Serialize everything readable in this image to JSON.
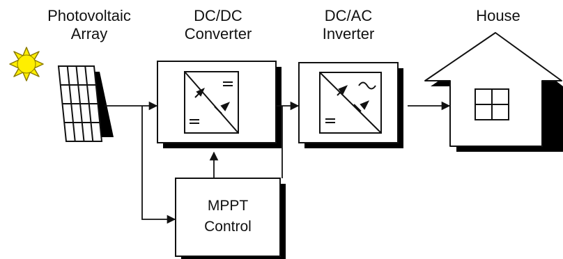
{
  "blocks": {
    "pv": {
      "line1": "Photovoltaic",
      "line2": "Array"
    },
    "dcdc": {
      "line1": "DC/DC",
      "line2": "Converter"
    },
    "dcac": {
      "line1": "DC/AC",
      "line2": "Inverter"
    },
    "house": {
      "label": "House"
    },
    "mppt": {
      "line1": "MPPT",
      "line2": "Control"
    }
  },
  "colors": {
    "sun": "#ffef00",
    "sun_outline": "#8a7a00",
    "line": "#111111",
    "shadow": "#000000",
    "background": "#ffffff"
  }
}
